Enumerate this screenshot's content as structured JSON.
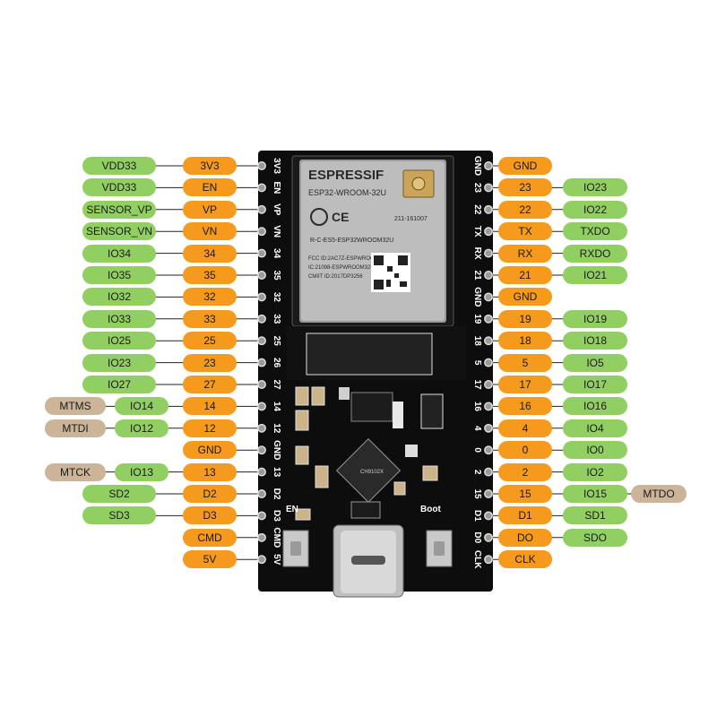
{
  "left_rows": [
    {
      "labels": [
        {
          "text": "VDD33",
          "kind": "green"
        },
        {
          "text": "3V3",
          "kind": "orange"
        }
      ],
      "silk": "3V3"
    },
    {
      "labels": [
        {
          "text": "VDD33",
          "kind": "green"
        },
        {
          "text": "EN",
          "kind": "orange"
        }
      ],
      "silk": "EN"
    },
    {
      "labels": [
        {
          "text": "SENSOR_VP",
          "kind": "green"
        },
        {
          "text": "VP",
          "kind": "orange"
        }
      ],
      "silk": "VP"
    },
    {
      "labels": [
        {
          "text": "SENSOR_VN",
          "kind": "green"
        },
        {
          "text": "VN",
          "kind": "orange"
        }
      ],
      "silk": "VN"
    },
    {
      "labels": [
        {
          "text": "IO34",
          "kind": "green"
        },
        {
          "text": "34",
          "kind": "orange"
        }
      ],
      "silk": "34"
    },
    {
      "labels": [
        {
          "text": "IO35",
          "kind": "green"
        },
        {
          "text": "35",
          "kind": "orange"
        }
      ],
      "silk": "35"
    },
    {
      "labels": [
        {
          "text": "IO32",
          "kind": "green"
        },
        {
          "text": "32",
          "kind": "orange"
        }
      ],
      "silk": "32"
    },
    {
      "labels": [
        {
          "text": "IO33",
          "kind": "green"
        },
        {
          "text": "33",
          "kind": "orange"
        }
      ],
      "silk": "33"
    },
    {
      "labels": [
        {
          "text": "IO25",
          "kind": "green"
        },
        {
          "text": "25",
          "kind": "orange"
        }
      ],
      "silk": "25"
    },
    {
      "labels": [
        {
          "text": "IO23",
          "kind": "green"
        },
        {
          "text": "23",
          "kind": "orange"
        }
      ],
      "silk": "26"
    },
    {
      "labels": [
        {
          "text": "IO27",
          "kind": "green"
        },
        {
          "text": "27",
          "kind": "orange"
        }
      ],
      "silk": "27"
    },
    {
      "labels": [
        {
          "text": "MTMS",
          "kind": "tan"
        },
        {
          "text": "IO14",
          "kind": "green"
        },
        {
          "text": "14",
          "kind": "orange"
        }
      ],
      "silk": "14"
    },
    {
      "labels": [
        {
          "text": "MTDI",
          "kind": "tan"
        },
        {
          "text": "IO12",
          "kind": "green"
        },
        {
          "text": "12",
          "kind": "orange"
        }
      ],
      "silk": "12"
    },
    {
      "labels": [
        {
          "text": "GND",
          "kind": "orange"
        }
      ],
      "silk": "GND"
    },
    {
      "labels": [
        {
          "text": "MTCK",
          "kind": "tan"
        },
        {
          "text": "IO13",
          "kind": "green"
        },
        {
          "text": "13",
          "kind": "orange"
        }
      ],
      "silk": "13"
    },
    {
      "labels": [
        {
          "text": "SD2",
          "kind": "green"
        },
        {
          "text": "D2",
          "kind": "orange"
        }
      ],
      "silk": "D2"
    },
    {
      "labels": [
        {
          "text": "SD3",
          "kind": "green"
        },
        {
          "text": "D3",
          "kind": "orange"
        }
      ],
      "silk": "D3"
    },
    {
      "labels": [
        {
          "text": "CMD",
          "kind": "orange"
        }
      ],
      "silk": "CMD"
    },
    {
      "labels": [
        {
          "text": "5V",
          "kind": "orange"
        }
      ],
      "silk": "5V"
    }
  ],
  "right_rows": [
    {
      "labels": [
        {
          "text": "GND",
          "kind": "orange"
        }
      ],
      "silk": "GND"
    },
    {
      "labels": [
        {
          "text": "23",
          "kind": "orange"
        },
        {
          "text": "IO23",
          "kind": "green"
        }
      ],
      "silk": "23"
    },
    {
      "labels": [
        {
          "text": "22",
          "kind": "orange"
        },
        {
          "text": "IO22",
          "kind": "green"
        }
      ],
      "silk": "22"
    },
    {
      "labels": [
        {
          "text": "TX",
          "kind": "orange"
        },
        {
          "text": "TXDO",
          "kind": "green"
        }
      ],
      "silk": "TX"
    },
    {
      "labels": [
        {
          "text": "RX",
          "kind": "orange"
        },
        {
          "text": "RXDO",
          "kind": "green"
        }
      ],
      "silk": "RX"
    },
    {
      "labels": [
        {
          "text": "21",
          "kind": "orange"
        },
        {
          "text": "IO21",
          "kind": "green"
        }
      ],
      "silk": "21"
    },
    {
      "labels": [
        {
          "text": "GND",
          "kind": "orange"
        }
      ],
      "silk": "GND"
    },
    {
      "labels": [
        {
          "text": "19",
          "kind": "orange"
        },
        {
          "text": "IO19",
          "kind": "green"
        }
      ],
      "silk": "19"
    },
    {
      "labels": [
        {
          "text": "18",
          "kind": "orange"
        },
        {
          "text": "IO18",
          "kind": "green"
        }
      ],
      "silk": "18"
    },
    {
      "labels": [
        {
          "text": "5",
          "kind": "orange"
        },
        {
          "text": "IO5",
          "kind": "green"
        }
      ],
      "silk": "5"
    },
    {
      "labels": [
        {
          "text": "17",
          "kind": "orange"
        },
        {
          "text": "IO17",
          "kind": "green"
        }
      ],
      "silk": "17"
    },
    {
      "labels": [
        {
          "text": "16",
          "kind": "orange"
        },
        {
          "text": "IO16",
          "kind": "green"
        }
      ],
      "silk": "16"
    },
    {
      "labels": [
        {
          "text": "4",
          "kind": "orange"
        },
        {
          "text": "IO4",
          "kind": "green"
        }
      ],
      "silk": "4"
    },
    {
      "labels": [
        {
          "text": "0",
          "kind": "orange"
        },
        {
          "text": "IO0",
          "kind": "green"
        }
      ],
      "silk": "0"
    },
    {
      "labels": [
        {
          "text": "2",
          "kind": "orange"
        },
        {
          "text": "IO2",
          "kind": "green"
        }
      ],
      "silk": "2"
    },
    {
      "labels": [
        {
          "text": "15",
          "kind": "orange"
        },
        {
          "text": "IO15",
          "kind": "green"
        },
        {
          "text": "MTDO",
          "kind": "tan"
        }
      ],
      "silk": "15"
    },
    {
      "labels": [
        {
          "text": "D1",
          "kind": "orange"
        },
        {
          "text": "SD1",
          "kind": "green"
        }
      ],
      "silk": "D1"
    },
    {
      "labels": [
        {
          "text": "DO",
          "kind": "orange"
        },
        {
          "text": "SDO",
          "kind": "green"
        }
      ],
      "silk": "D0"
    },
    {
      "labels": [
        {
          "text": "CLK",
          "kind": "orange"
        }
      ],
      "silk": "CLK"
    }
  ],
  "board": {
    "module_brand": "ESPRESSIF",
    "module_model": "ESP32-WROOM-32U",
    "cert_fcc": "FCC ID:2AC7Z-ESPWROOM32U",
    "cert_ic": "IC:21098-ESPWROOM32U",
    "cert_cmiit": "CMIIT ID:2017DP3256",
    "cert_code": "R-C-ES5-ESP32WROOM32U",
    "cert_extra": "211-161007",
    "ce_mark": "CE",
    "en_label": "EN",
    "boot_label": "Boot",
    "usb_chip_text": "CH9102X"
  },
  "colors": {
    "green": "#92cf63",
    "orange": "#f59a1d",
    "tan": "#cbb497",
    "board": "#0d0d0d"
  }
}
